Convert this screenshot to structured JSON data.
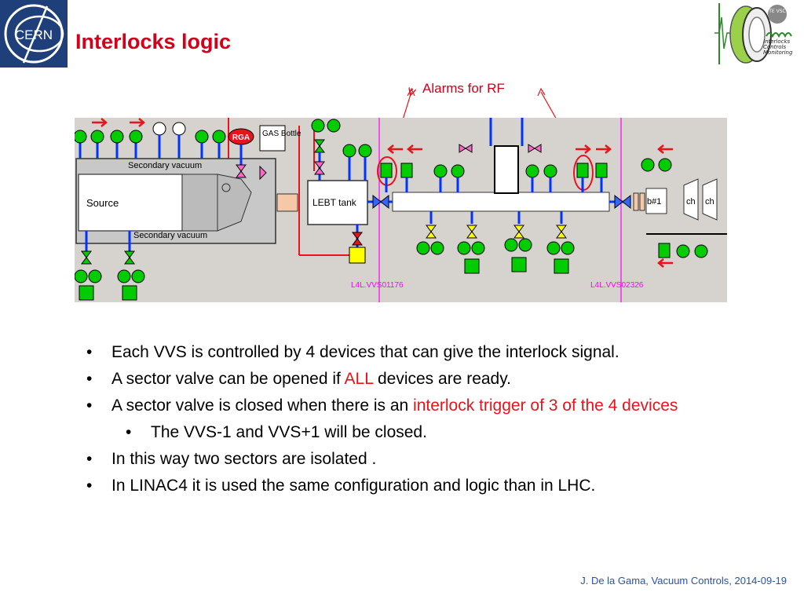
{
  "header": {
    "title": "Interlocks logic",
    "cern_logo_text": "CERN",
    "icm_logo_text": [
      "Interlocks",
      "Controls",
      "Monitoring"
    ],
    "te_vsc_text": "TE VSC"
  },
  "annotation": {
    "alarms_label": "Alarms for RF"
  },
  "synoptic": {
    "secondary_vacuum_top": "Secondary vacuum",
    "secondary_vacuum_bottom": "Secondary vacuum",
    "source_label": "Source",
    "rga_label": "RGA",
    "gas_bottle_label": "GAS Bottle",
    "lebt_label": "LEBT tank",
    "vvs1_label": "L4L.VVS01176",
    "vvs2_label": "L4L.VVS02326",
    "ch1": "ch",
    "ch2": "ch",
    "b1": "b#1",
    "colors": {
      "background": "#d6d3ce",
      "pipe": "#0033ff",
      "device_green": "#00cc00",
      "valve_yellow": "#ffff00",
      "alarm_red": "#e8141c",
      "sector_line": "#ff00ff"
    }
  },
  "bullets": [
    {
      "level": 1,
      "parts": [
        {
          "text": "Each VVS is controlled by 4 devices that can give the interlock signal.",
          "red": false
        }
      ]
    },
    {
      "level": 1,
      "parts": [
        {
          "text": "A sector valve can be opened if ",
          "red": false
        },
        {
          "text": "ALL",
          "red": true
        },
        {
          "text": " devices are ready.",
          "red": false
        }
      ]
    },
    {
      "level": 1,
      "parts": [
        {
          "text": "A sector valve is closed when there is an ",
          "red": false
        },
        {
          "text": "interlock trigger of 3 of the 4 devices",
          "red": true
        }
      ]
    },
    {
      "level": 2,
      "parts": [
        {
          "text": "The VVS-1 and VVS+1 will be closed.",
          "red": false
        }
      ]
    },
    {
      "level": 1,
      "parts": [
        {
          "text": "In this way two sectors are isolated .",
          "red": false
        }
      ]
    },
    {
      "level": 1,
      "parts": [
        {
          "text": "In LINAC4 it is used the same configuration and logic than in LHC.",
          "red": false
        }
      ]
    }
  ],
  "footer": {
    "text": "J. De la Gama, Vacuum Controls, 2014-09-19"
  }
}
